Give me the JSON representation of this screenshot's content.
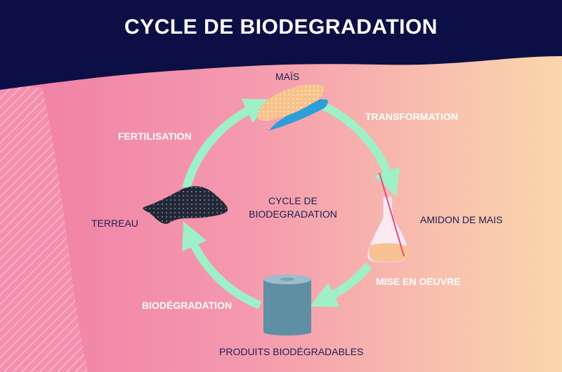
{
  "title": "CYCLE DE BIODEGRADATION",
  "center_label_line1": "CYCLE DE",
  "center_label_line2": "BIODEGRADATION",
  "stages": {
    "mais": "MAÏS",
    "amidon": "AMIDON DE MAIS",
    "produits": "PRODUITS BIODÉGRADABLES",
    "terreau": "TERREAU"
  },
  "steps": {
    "transformation": "TRANSFORMATION",
    "mise_en_oeuvre": "MISE EN OEUVRE",
    "biodegradation": "BIODÉGRADATION",
    "fertilisation": "FERTILISATION"
  },
  "colors": {
    "header": "#0c0f45",
    "arrow": "#9ff0c6",
    "stage_text": "#1c1e52",
    "step_text": "#ffffff",
    "bg_left": "#f284a9",
    "bg_right": "#f9d4ad"
  }
}
